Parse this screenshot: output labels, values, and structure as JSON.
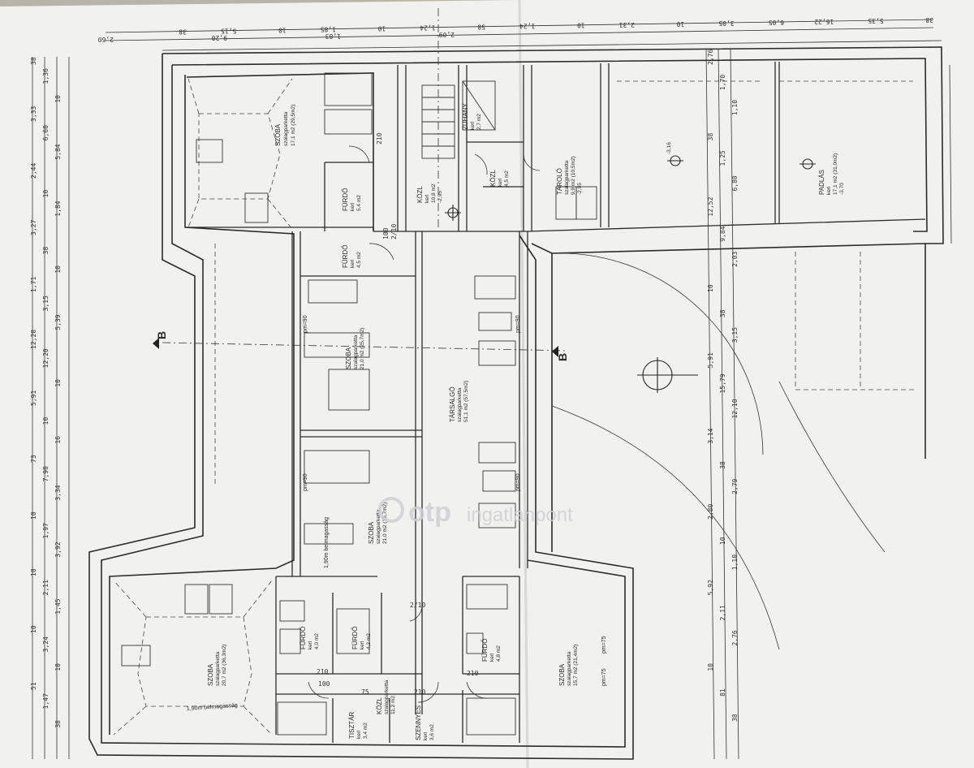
{
  "drawing": {
    "paper_color": "#f1f1ef",
    "line_color": "#2b2b2b",
    "background_color": "#b9b4aa",
    "section_marks": [
      "B",
      "B"
    ]
  },
  "watermark": {
    "brand": "otp",
    "product": "ingatlanpont",
    "color": "#cfd0d4"
  },
  "rooms": {
    "szoba_nw": {
      "name": "SZOBA",
      "finish": "szalagparketta",
      "area": "17,1 m2 (29,5m2)"
    },
    "furdo_1": {
      "name": "FÜRDŐ",
      "finish": "kerl",
      "area": "5,4 m2"
    },
    "furdo_2": {
      "name": "FÜRDŐ",
      "finish": "kerl",
      "area": "4,5 m2"
    },
    "kozl_1": {
      "name": "KÖZL",
      "finish": "kerl",
      "area": "10,8 m2",
      "level": "-2,95"
    },
    "zuhany": {
      "name": "ZUHANY",
      "finish": "kerl",
      "area": "2,7 m2"
    },
    "kozl_2": {
      "name": "KÖZL",
      "finish": "kerl",
      "area": "4,5 m2"
    },
    "tarolo": {
      "name": "TÁROLÓ",
      "finish": "szalagparketta",
      "area": "9,9 m2 (10,5m2)",
      "level": "-2,95"
    },
    "padlas": {
      "name": "PADLÁS",
      "finish": "kerl",
      "area": "17,1 m2 (31,0m2)",
      "level": "-3,70"
    },
    "padlas_level": "-3,16",
    "szoba_mid": {
      "name": "SZOBA",
      "finish": "szalagparketta",
      "area": "21,0 m2 (25,7m2)"
    },
    "tarsalgo": {
      "name": "TÁRSALGÓ",
      "finish": "szalagparketta",
      "area": "51,1 m2 (57,5m2)"
    },
    "szoba_lower": {
      "name": "SZOBA",
      "finish": "szalagparketta",
      "area": "21,0 m2 (25,7m2)"
    },
    "szoba_sw": {
      "name": "SZOBA",
      "finish": "szalagparketta",
      "area": "20,7 m2 (36,3m2)"
    },
    "furdo_3": {
      "name": "FÜRDŐ",
      "finish": "kerl",
      "area": "4,0 m2"
    },
    "furdo_4": {
      "name": "FÜRDŐ",
      "finish": "kerl",
      "area": "4,2 m2"
    },
    "furdo_5": {
      "name": "FÜRDŐ",
      "finish": "kerl",
      "area": "4,8 m2"
    },
    "kozl_3": {
      "name": "KÖZL",
      "finish": "szalagparketta",
      "area": "11,2 m2"
    },
    "szoba_se": {
      "name": "SZOBA",
      "finish": "szalagparketta",
      "area": "15,7 m2 (21,4m2)"
    },
    "tisztar": {
      "name": "TISZTÁR",
      "finish": "kerl",
      "area": "3,4 m2"
    },
    "szennyes": {
      "name": "SZENNYES",
      "finish": "kerl",
      "area": "3,6 m2"
    }
  },
  "labels": {
    "belmagassag_1": "1,90m belmagasság",
    "belmagassag_2": "1,90m belmagasság",
    "pm_1": "pm=90",
    "pm_2": "pm=90",
    "pm_3": "pm=90",
    "pm_4": "pm=90",
    "pm_5": "pm=75",
    "pm_6": "pm=75",
    "door_1": "210",
    "door_2": "100",
    "door_3": "2/10",
    "door_4": "210",
    "door_5": "100",
    "door_6": "210",
    "door_7": "210",
    "door_8": "75",
    "door_9": "2/10"
  },
  "dims_top": [
    "38",
    "5,15",
    "10",
    "1,85",
    "10",
    "1,24",
    "58",
    "1,24",
    "10",
    "2,31",
    "10",
    "3,05",
    "6,05",
    "16,22",
    "5,35",
    "38"
  ],
  "dims_top_2": [
    "2,60",
    "9,20",
    "1,83",
    "2,09"
  ],
  "dims_left": [
    "38",
    "1,36",
    "10",
    "3,33",
    "6,60",
    "5,84",
    "2,44",
    "10",
    "1,84",
    "3,27",
    "38",
    "10",
    "1,71",
    "3,15",
    "5,39",
    "12,20",
    "12,20",
    "10",
    "5,91",
    "10",
    "16",
    "73",
    "7,90",
    "3,34",
    "10",
    "1,97",
    "3,92",
    "10",
    "2,11",
    "1,45",
    "10",
    "3,24",
    "10",
    "51",
    "1,47",
    "38"
  ],
  "dims_right": [
    "2,76",
    "1,70",
    "1,10",
    "38",
    "1,25",
    "6,80",
    "12,52",
    "9,84",
    "2,03",
    "10",
    "38",
    "3,15",
    "5,91",
    "15,79",
    "12,10",
    "3,14",
    "38",
    "2,79",
    "2,80",
    "10",
    "1,10",
    "5,92",
    "2,11",
    "2,76",
    "10",
    "81",
    "38"
  ]
}
